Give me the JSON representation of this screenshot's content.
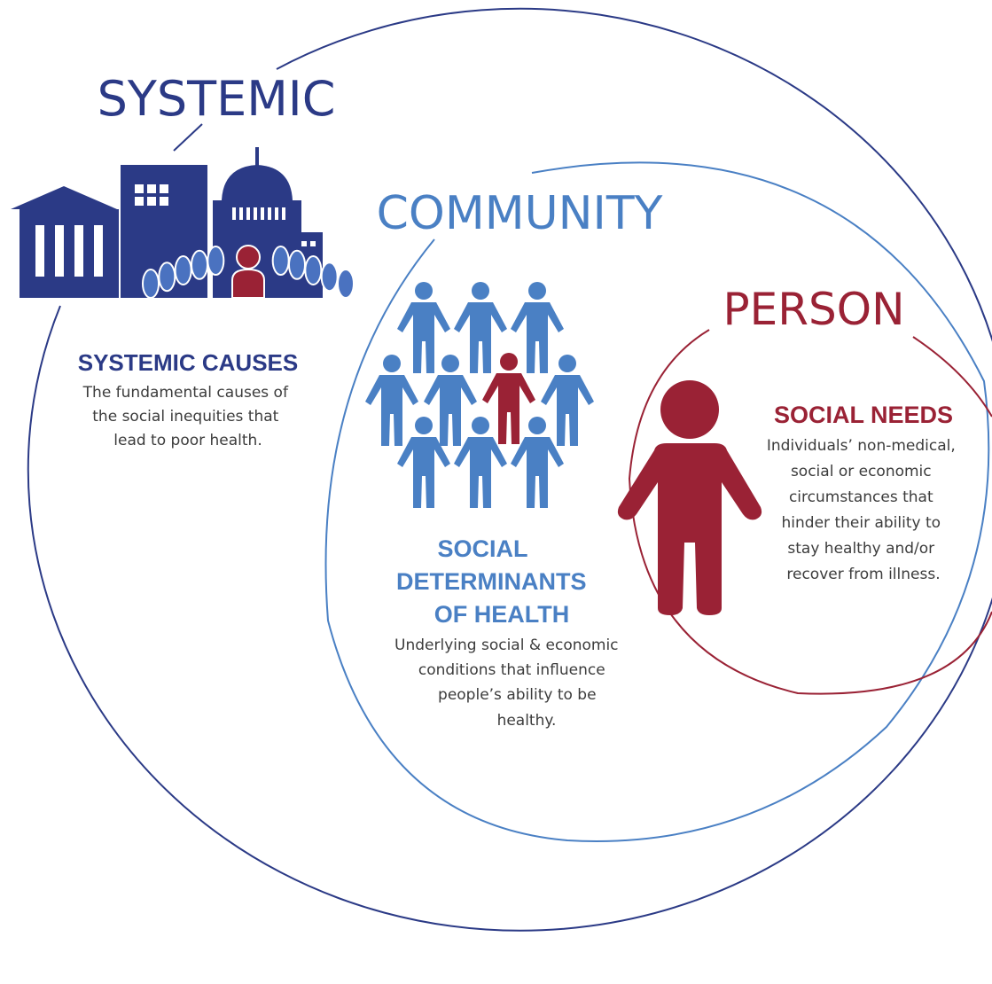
{
  "colors": {
    "systemic_navy": "#2b3a86",
    "community_blue": "#4a80c4",
    "person_red": "#9a2235",
    "body_text": "#3c3c3c"
  },
  "systemic": {
    "label": "SYSTEMIC",
    "heading": "SYSTEMIC CAUSES",
    "text_lines": [
      "The fundamental causes of",
      "the social inequities that",
      "lead to poor health."
    ],
    "icon": "government-buildings-crowd-icon"
  },
  "community": {
    "label": "COMMUNITY",
    "heading_lines": [
      "SOCIAL",
      "DETERMINANTS",
      "OF HEALTH"
    ],
    "text_lines": [
      "Underlying social & economic",
      "conditions that influence",
      "people’s ability to be",
      "healthy."
    ],
    "icon": "people-group-icon"
  },
  "person": {
    "label": "PERSON",
    "heading": "SOCIAL NEEDS",
    "text_lines": [
      "Individuals’ non-medical,",
      "social or economic",
      "circumstances that",
      "hinder their ability to",
      "stay healthy and/or",
      "recover from illness."
    ],
    "icon": "person-icon"
  }
}
